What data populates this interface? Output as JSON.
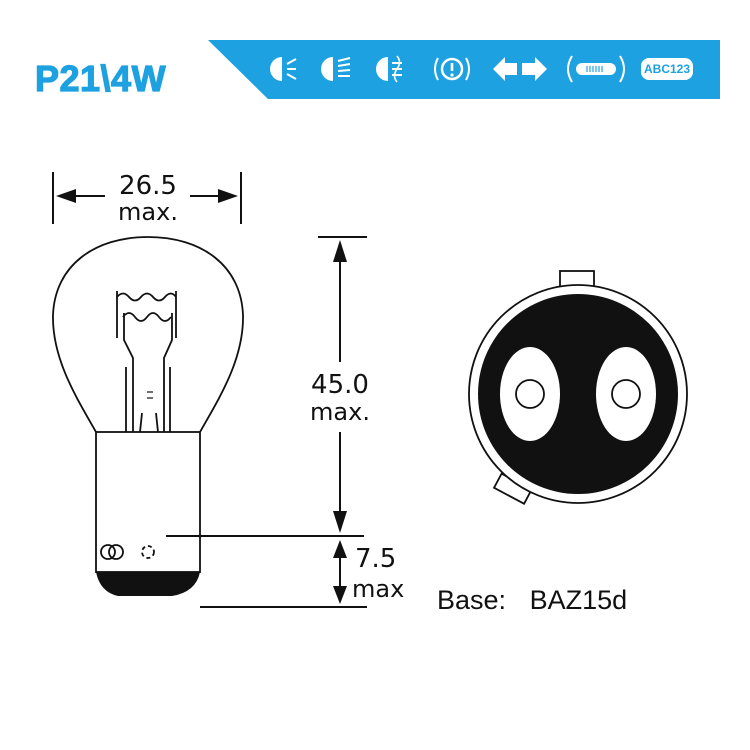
{
  "header": {
    "title": "P21\\4W",
    "brand_color": "#1da1e0",
    "icons": [
      {
        "name": "low-beam-icon"
      },
      {
        "name": "high-beam-icon"
      },
      {
        "name": "fog-light-icon"
      },
      {
        "name": "warning-brake-icon"
      },
      {
        "name": "turn-signal-icon"
      },
      {
        "name": "side-marker-light-icon"
      },
      {
        "name": "license-plate-icon",
        "label": "ABC123"
      }
    ]
  },
  "diagram": {
    "width_value": "26.5",
    "width_unit": "max.",
    "height_value": "45.0",
    "height_unit": "max.",
    "base_height_value": "7.5",
    "base_height_unit": "max",
    "base_label": "Base:",
    "base_type": "BAZ15d"
  }
}
